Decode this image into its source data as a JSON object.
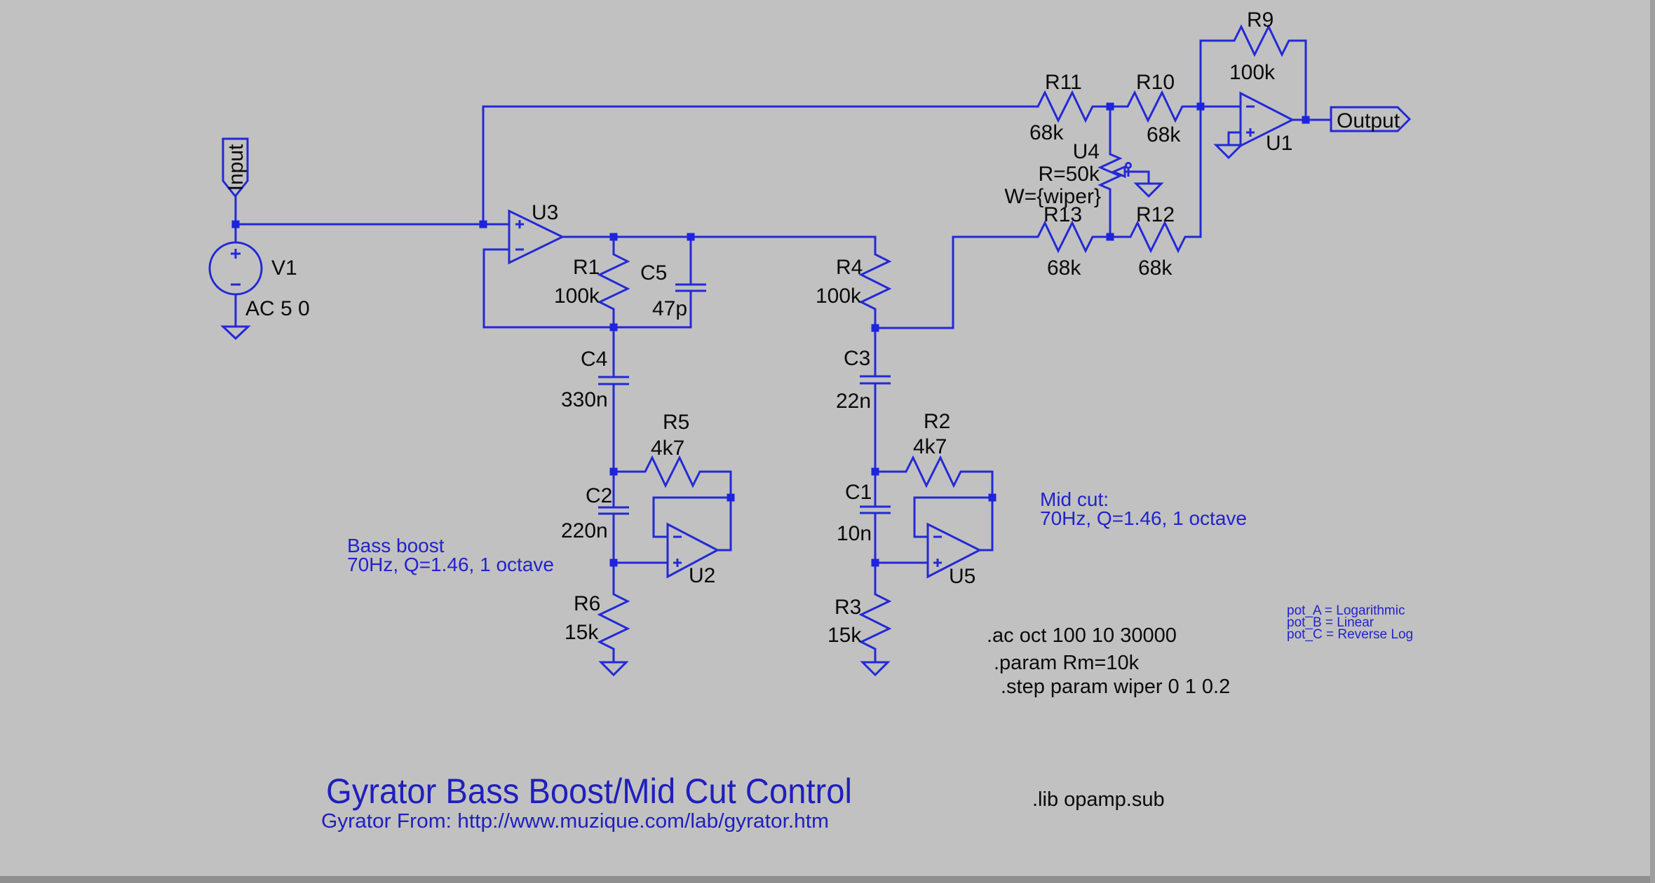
{
  "app": "schematic-editor",
  "colors": {
    "background": "#c1c1c1",
    "wire_blue": "#2329d6",
    "junction_blue": "#1d23e0",
    "component_text": "#0a0a0a",
    "annotation_blue": "#2222cc",
    "title_blue": "#1f1fbe"
  },
  "flags": {
    "input": "Input",
    "output": "Output"
  },
  "components": {
    "V1": {
      "name": "V1",
      "value": "AC 5 0"
    },
    "R1": {
      "name": "R1",
      "value": "100k"
    },
    "R2": {
      "name": "R2",
      "value": "4k7"
    },
    "R3": {
      "name": "R3",
      "value": "15k"
    },
    "R4": {
      "name": "R4",
      "value": "100k"
    },
    "R5": {
      "name": "R5",
      "value": "4k7"
    },
    "R6": {
      "name": "R6",
      "value": "15k"
    },
    "R9": {
      "name": "R9",
      "value": "100k"
    },
    "R10": {
      "name": "R10",
      "value": "68k"
    },
    "R11": {
      "name": "R11",
      "value": "68k"
    },
    "R12": {
      "name": "R12",
      "value": "68k"
    },
    "R13": {
      "name": "R13",
      "value": "68k"
    },
    "C1": {
      "name": "C1",
      "value": "10n"
    },
    "C2": {
      "name": "C2",
      "value": "220n"
    },
    "C3": {
      "name": "C3",
      "value": "22n"
    },
    "C4": {
      "name": "C4",
      "value": "330n"
    },
    "C5": {
      "name": "C5",
      "value": "47p"
    },
    "U1": {
      "name": "U1"
    },
    "U2": {
      "name": "U2"
    },
    "U3": {
      "name": "U3"
    },
    "U4": {
      "name": "U4",
      "resistance": "R=50k",
      "wiper": "W={wiper}"
    },
    "U5": {
      "name": "U5"
    }
  },
  "annotations": {
    "bass": {
      "line1": "Bass boost",
      "line2": "70Hz, Q=1.46, 1 octave"
    },
    "mid": {
      "line1": "Mid cut:",
      "line2": "70Hz, Q=1.46, 1 octave"
    },
    "pot_notes": {
      "line1": "pot_A = Logarithmic",
      "line2": "pot_B = Linear",
      "line3": "pot_C = Reverse Log"
    }
  },
  "directives": {
    "ac": ".ac oct 100 10 30000",
    "param": ".param Rm=10k",
    "step": ".step param wiper 0 1 0.2",
    "lib": ".lib opamp.sub"
  },
  "title": {
    "main": "Gyrator Bass Boost/Mid Cut Control",
    "sub": "Gyrator From: http://www.muzique.com/lab/gyrator.htm"
  }
}
